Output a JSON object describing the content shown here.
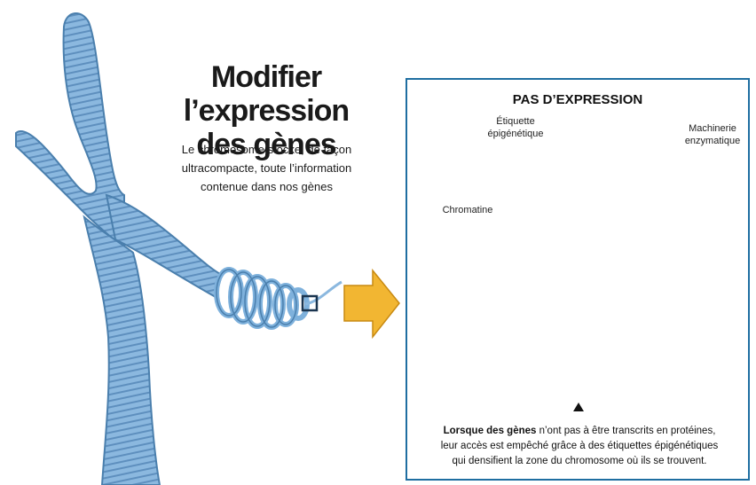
{
  "heading": {
    "title_line1": "Modifier l’expression",
    "title_line2": "des gènes",
    "subtitle_line1": "Le chromosome stocke, de façon",
    "subtitle_line2": "ultracompacte, toute l’information",
    "subtitle_line3": "contenue dans nos gènes"
  },
  "panel": {
    "title": "PAS D’EXPRESSION",
    "label_tag_line1": "Étiquette",
    "label_tag_line2": "épigénétique",
    "label_machinery_line1": "Machinerie",
    "label_machinery_line2": "enzymatique",
    "label_chromatin": "Chromatine",
    "caption_bold": "Lorsque des gènes",
    "caption_line1_rest": " n’ont pas à être transcrits en protéines,",
    "caption_line2": "leur accès est empêché grâce à des étiquettes épigénétiques",
    "caption_line3": "qui densifient la zone du chromosome où ils se trouvent."
  },
  "colors": {
    "chromosome": "#8bb8df",
    "chromosome_stripe": "#5e8fbe",
    "arrow": "#f2b632",
    "nucleosome": "#e8834a",
    "flag": "#d0202a",
    "enzyme": "#8a5cc0",
    "panel_border": "#1f6ea1"
  }
}
